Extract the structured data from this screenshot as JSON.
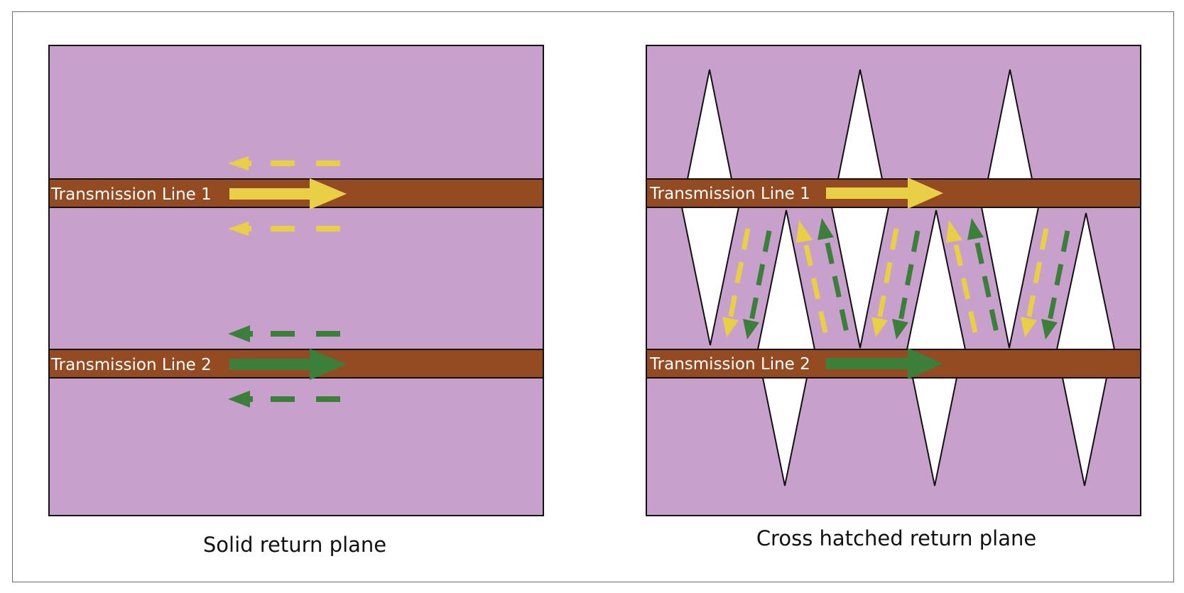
{
  "colors": {
    "plane": "#c7a0cb",
    "trace": "#944b22",
    "yellow": "#e8cf45",
    "green": "#3b7f3b",
    "outline": "#111111"
  },
  "panels": [
    {
      "id": "solid",
      "caption": "Solid return plane",
      "line1_label": "Transmission Line 1",
      "line2_label": "Transmission Line 2"
    },
    {
      "id": "crosshatched",
      "caption": "Cross hatched return plane",
      "line1_label": "Transmission Line 1",
      "line2_label": "Transmission Line 2"
    }
  ]
}
